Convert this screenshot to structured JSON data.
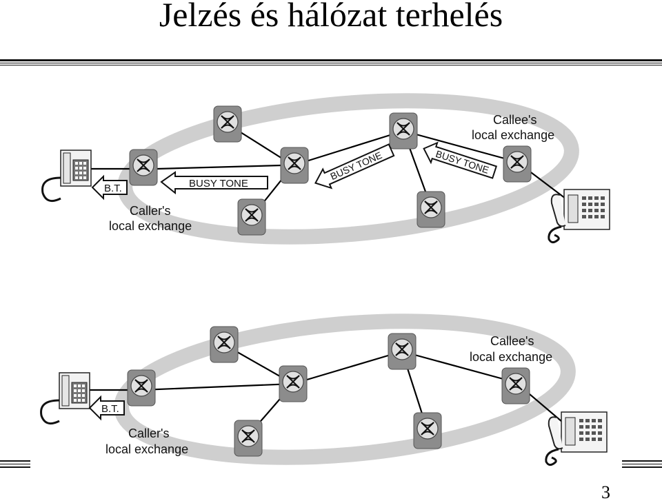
{
  "slide": {
    "title": "Jelzés és hálózat terhelés",
    "page_number": "3"
  },
  "diagram_top": {
    "caller_label_line1": "Caller's",
    "caller_label_line2": "local exchange",
    "callee_label_line1": "Callee's",
    "callee_label_line2": "local exchange",
    "bt_label": "B.T.",
    "busy_tone_labels": [
      "BUSY TONE",
      "BUSY TONE",
      "BUSY TONE"
    ]
  },
  "diagram_bottom": {
    "caller_label_line1": "Caller's",
    "caller_label_line2": "local exchange",
    "callee_label_line1": "Callee's",
    "callee_label_line2": "local exchange",
    "bt_label": "B.T."
  },
  "colors": {
    "ellipse": "#cfcfcf",
    "switch_fill": "#8c8c8c",
    "switch_face": "#d9d9d9",
    "line": "#000000"
  }
}
